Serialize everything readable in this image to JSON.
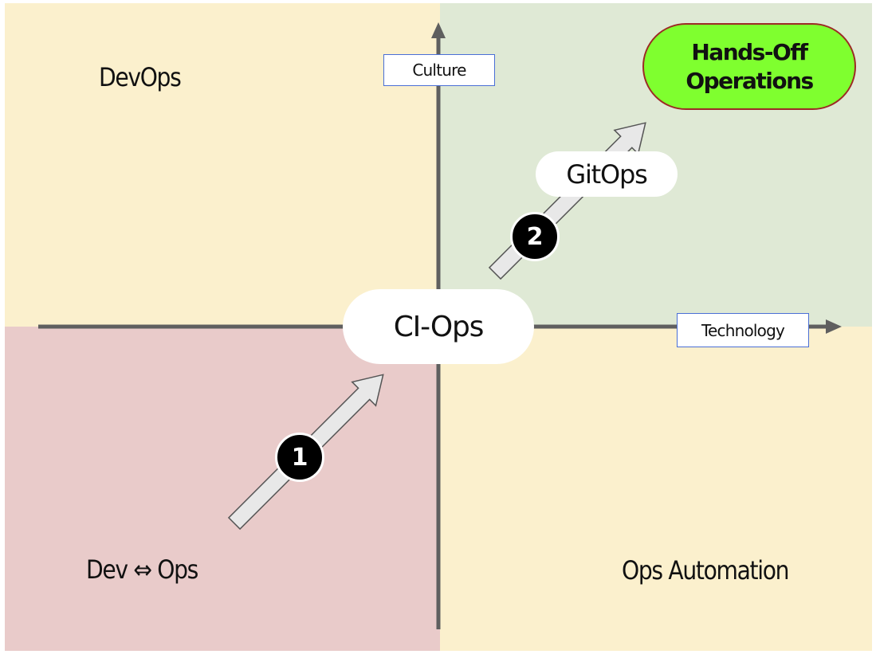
{
  "quadrants": {
    "top_left": {
      "label": "DevOps",
      "color": "#fbf0cd"
    },
    "top_right": {
      "label": "",
      "color": "#dfe9d5"
    },
    "bottom_left": {
      "label": "Dev ⇔ Ops",
      "color": "#e9cbca"
    },
    "bottom_right": {
      "label": "Ops Automation",
      "color": "#fbf0cd"
    }
  },
  "axes": {
    "vertical_label": "Culture",
    "horizontal_label": "Technology",
    "color": "#5f5f5f"
  },
  "nodes": {
    "ci_ops": "CI-Ops",
    "gitops": "GitOps",
    "goal_line1": "Hands-Off",
    "goal_line2": "Operations"
  },
  "steps": [
    {
      "number": "1"
    },
    {
      "number": "2"
    }
  ]
}
